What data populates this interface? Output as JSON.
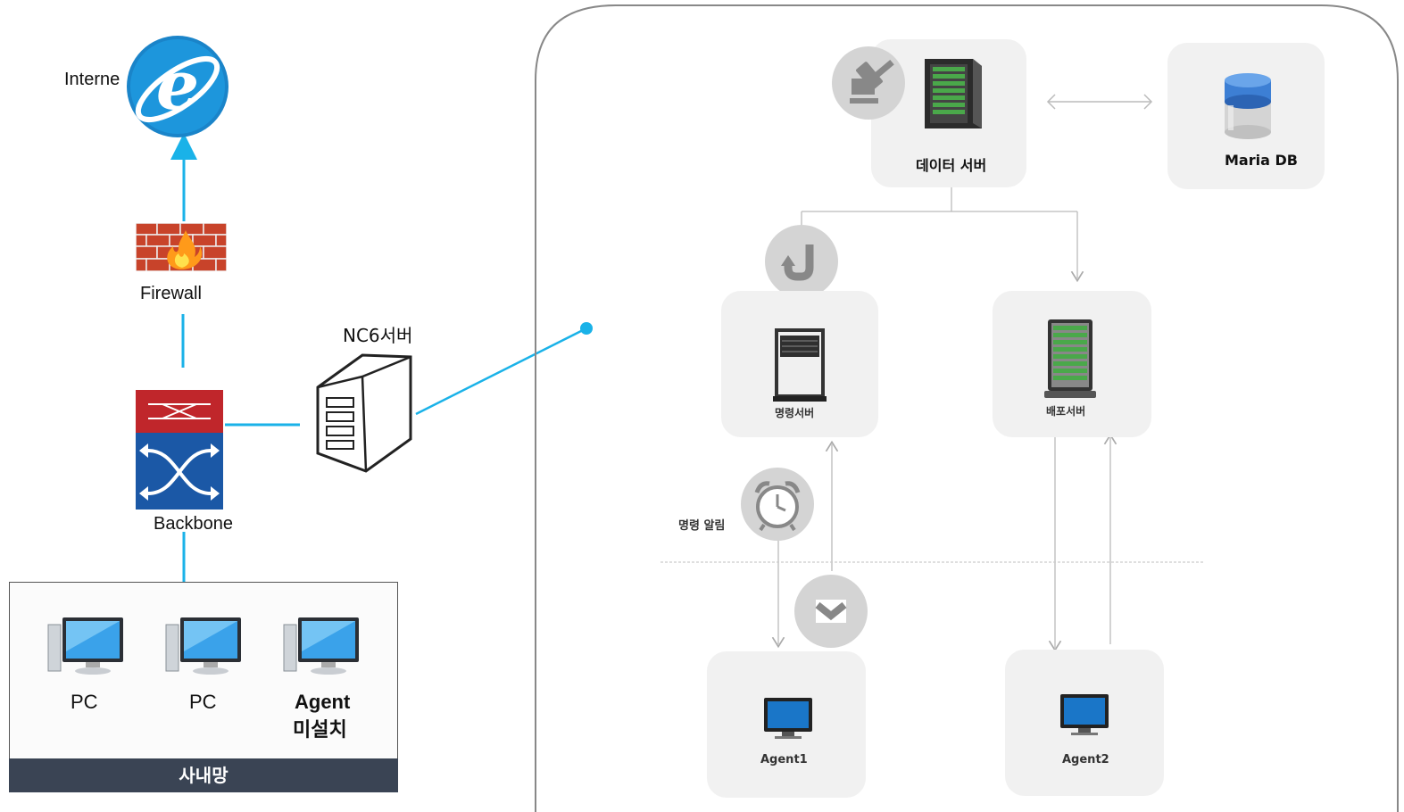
{
  "left": {
    "internet_label": "Interne",
    "firewall_label": "Firewall",
    "server_label": "NC6서버",
    "backbone_label": "Backbone",
    "intranet_label": "사내망",
    "pcs": [
      {
        "label": "PC"
      },
      {
        "label": "PC"
      },
      {
        "label_line1": "Agent",
        "label_line2": "미설치"
      }
    ]
  },
  "right": {
    "data_server": "데이터 서버",
    "maria_db": "Maria DB",
    "command_server": "명령서버",
    "deploy_server": "배포서버",
    "command_alert": "명령 알림",
    "agent1": "Agent1",
    "agent2": "Agent2"
  },
  "colors": {
    "link": "#1ab2e8",
    "frame": "#888888",
    "card": "#f1f1f1",
    "footer": "#3a4454"
  }
}
